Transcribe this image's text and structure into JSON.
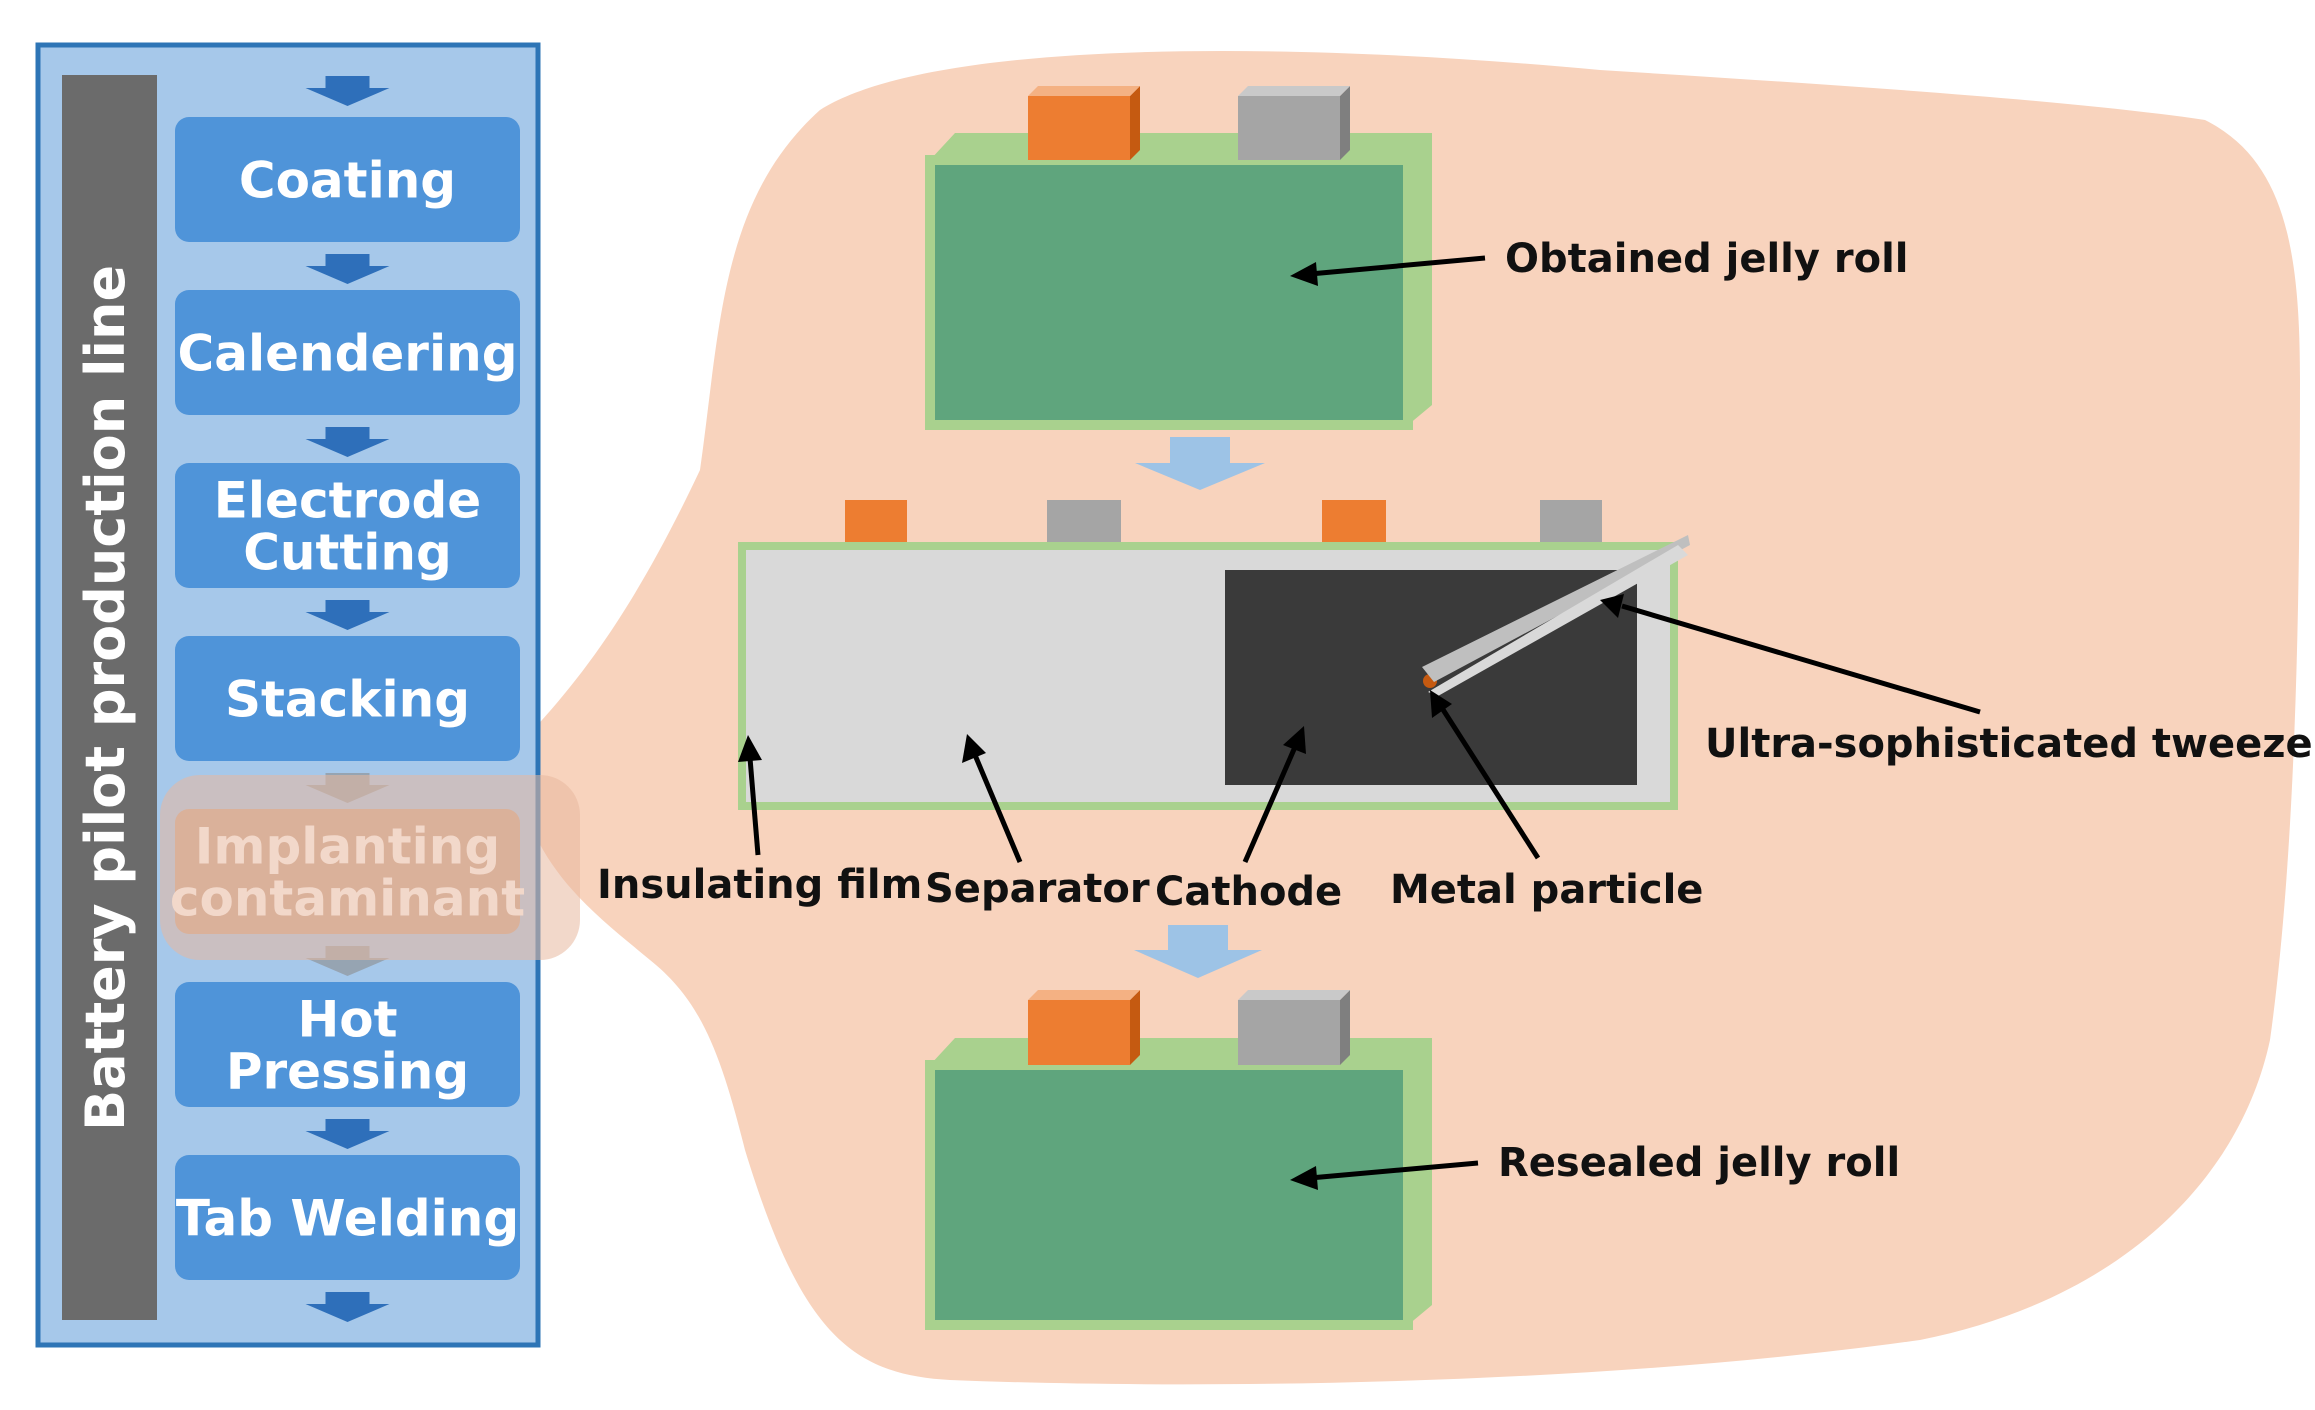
{
  "sidebar": {
    "title": "Battery pilot production line",
    "steps": [
      {
        "lines": [
          "Coating"
        ],
        "highlighted": false
      },
      {
        "lines": [
          "Calendering"
        ],
        "highlighted": false
      },
      {
        "lines": [
          "Electrode",
          "Cutting"
        ],
        "highlighted": false
      },
      {
        "lines": [
          "Stacking"
        ],
        "highlighted": false
      },
      {
        "lines": [
          "Implanting",
          "contaminant"
        ],
        "highlighted": true
      },
      {
        "lines": [
          "Hot",
          "Pressing"
        ],
        "highlighted": false
      },
      {
        "lines": [
          "Tab Welding"
        ],
        "highlighted": false
      }
    ]
  },
  "labels": {
    "obtained_jelly_roll": "Obtained jelly roll",
    "resealed_jelly_roll": "Resealed jelly roll",
    "insulating_film": "Insulating film",
    "separator": "Separator",
    "cathode": "Cathode",
    "metal_particle": "Metal particle",
    "tweezer": "Ultra-sophisticated tweezer"
  },
  "colors": {
    "panel_fill": "#a6c8ea",
    "panel_border": "#2e75b6",
    "title_bar": "#6b6b6b",
    "step_fill": "#4f94d9",
    "step_highlight": "#c9a996",
    "flow_arrow": "#2e6fba",
    "callout_bg": "#f8d3bd",
    "jelly_roll_green": "#5fa57d",
    "jelly_roll_border": "#a9d18e",
    "tab_orange": "#ed7d31",
    "tab_gray": "#a5a5a5",
    "separator_gray": "#d9d9d9",
    "cathode_dark": "#3a3a3a",
    "transition_arrow": "#9dc3e6"
  }
}
